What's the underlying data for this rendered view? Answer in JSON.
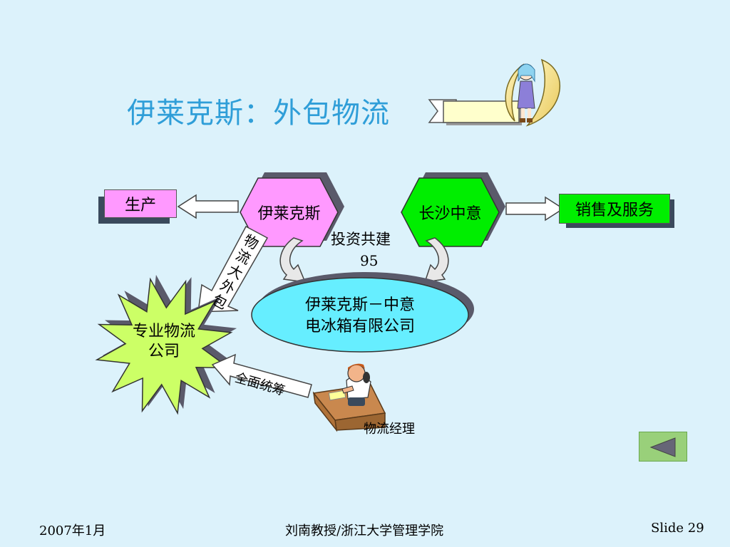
{
  "slide": {
    "title": "伊莱克斯：外包物流",
    "footer_left": "2007年1月",
    "footer_center": "刘南教授/浙江大学管理学院",
    "footer_right": "Slide 29"
  },
  "diagram": {
    "box_production": "生产",
    "hex_electrolux": "伊莱克斯",
    "hex_changsha": "长沙中意",
    "box_sales": "销售及服务",
    "label_invest": "投资共建",
    "label_year": "95",
    "jv_line1": "伊莱克斯－中意",
    "jv_line2": "电冰箱有限公司",
    "star_line1": "专业物流",
    "star_line2": "公司",
    "arrow_outsourcing": [
      "物",
      "流",
      "大",
      "外",
      "包"
    ],
    "arrow_coordination": "全面统筹",
    "manager_label": "物流经理"
  },
  "colors": {
    "title": "#2f9ed8",
    "pink": "#ff99ff",
    "green": "#00ee00",
    "cyan_ellipse": "#66eeff",
    "star": "#ccff66",
    "background": "#dcf2fb"
  },
  "icons": {
    "decoration": "girl-on-moon-icon",
    "manager": "manager-on-phone-icon",
    "back": "back-arrow-icon"
  }
}
